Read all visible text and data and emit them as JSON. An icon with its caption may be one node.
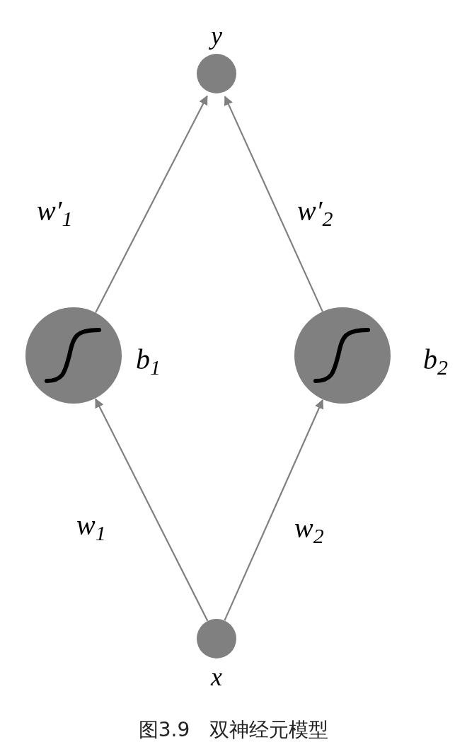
{
  "diagram": {
    "caption": "图3.9　双神经元模型",
    "nodes": [
      {
        "text": [
          "y"
        ]
      },
      {
        "text": [],
        "shape": "circle",
        "beside": [
          "b$_{1}$"
        ]
      },
      {
        "text": [],
        "shape": "circle",
        "beside": [
          "b$_{2}$"
        ]
      },
      {
        "text": [
          "x"
        ]
      }
    ],
    "edges": [
      {
        "from": 3,
        "to": 1,
        "arrow": "to",
        "label": "w$_{1}$"
      },
      {
        "from": 3,
        "to": 2,
        "arrow": "to",
        "label": "w$_{2}$"
      },
      {
        "from": 1,
        "to": 0,
        "arrow": "to",
        "label": "w′$_{1}$"
      },
      {
        "from": 2,
        "to": 0,
        "arrow": "to",
        "label": "w′$_{2}$"
      }
    ]
  }
}
